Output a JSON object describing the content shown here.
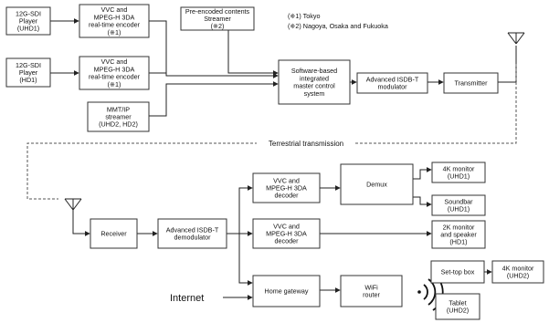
{
  "notes": {
    "tokyo": "(※1) Tokyo",
    "others": "(※2) Nagoya, Osaka and Fukuoka"
  },
  "labels": {
    "terrestrial": "Terrestrial transmission",
    "internet": "Internet"
  },
  "boxes": {
    "sdi_player_uhd1": [
      "12G-SDI",
      "Player",
      "(UHD1)"
    ],
    "encoder_uhd1": [
      "VVC and",
      "MPEG-H 3DA",
      "real-time encoder",
      "(※1)"
    ],
    "preencoded": [
      "Pre-encoded contents",
      "Streamer",
      "(※2)"
    ],
    "sdi_player_hd1": [
      "12G-SDI",
      "Player",
      "(HD1)"
    ],
    "encoder_hd1": [
      "VVC and",
      "MPEG-H 3DA",
      "real-time encoder",
      "(※1)"
    ],
    "master_control": [
      "Software-based",
      "integrated",
      "master control",
      "system"
    ],
    "modulator": [
      "Advanced ISDB-T",
      "modulator"
    ],
    "transmitter": [
      "Transmitter"
    ],
    "mmtp_streamer": [
      "MMT/IP",
      "streamer",
      "(UHD2, HD2)"
    ],
    "decoder1": [
      "VVC and",
      "MPEG-H 3DA",
      "decoder"
    ],
    "demux": [
      "Demux"
    ],
    "monitor_4k_uhd1": [
      "4K monitor",
      "(UHD1)"
    ],
    "soundbar": [
      "Soundbar",
      "(UHD1)"
    ],
    "receiver": [
      "Receiver"
    ],
    "demodulator": [
      "Advanced ISDB-T",
      "demodulator"
    ],
    "decoder2": [
      "VVC and",
      "MPEG-H 3DA",
      "decoder"
    ],
    "monitor_2k": [
      "2K monitor",
      "and speaker",
      "(HD1)"
    ],
    "settop": [
      "Set-top box"
    ],
    "monitor_4k_uhd2": [
      "4K monitor",
      "(UHD2)"
    ],
    "home_gateway": [
      "Home gateway"
    ],
    "wifi_router": [
      "WiFi",
      "router"
    ],
    "tablet": [
      "Tablet",
      "(UHD2)"
    ]
  }
}
